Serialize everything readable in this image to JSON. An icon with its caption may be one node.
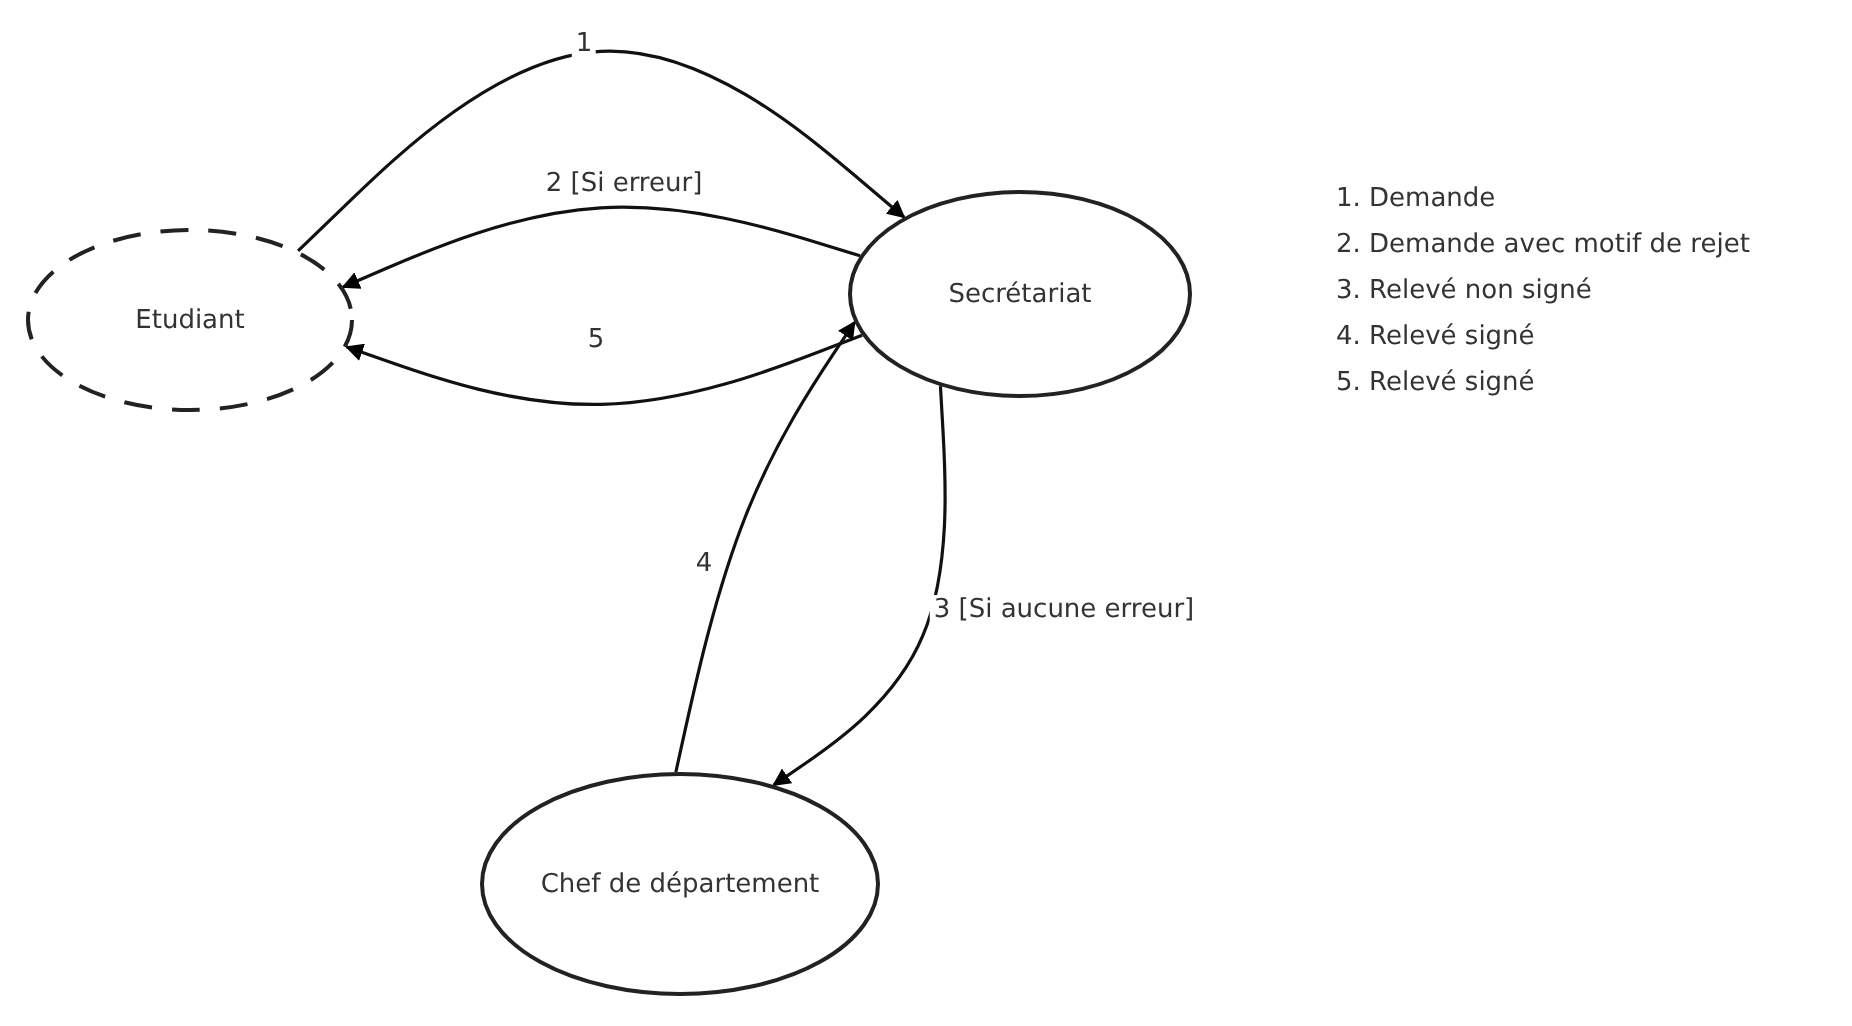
{
  "diagram": {
    "nodes": [
      {
        "text": [
          "Etudiant"
        ]
      },
      {
        "text": [
          "Secrétariat"
        ]
      },
      {
        "text": [
          "Chef de département"
        ]
      }
    ],
    "edges": [
      {
        "from": 0,
        "to": 1,
        "arrow": "to",
        "label": "1"
      },
      {
        "from": 1,
        "to": 0,
        "arrow": "to",
        "label": "2 [Si erreur]"
      },
      {
        "from": 1,
        "to": 0,
        "arrow": "to",
        "label": "5"
      },
      {
        "from": 2,
        "to": 1,
        "arrow": "to",
        "label": "4"
      },
      {
        "from": 1,
        "to": 2,
        "arrow": "to",
        "label": "3 [Si aucune erreur]"
      }
    ],
    "labels": [
      "1. Demande",
      "2. Demande avec motif de rejet",
      "3. Relevé non signé",
      "4. Relevé signé",
      "5. Relevé signé"
    ]
  }
}
